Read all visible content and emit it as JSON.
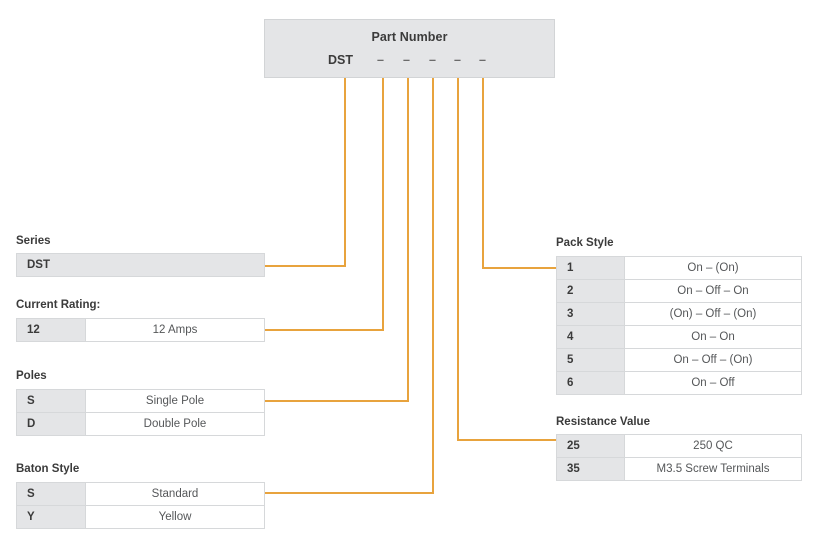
{
  "part_number": {
    "title": "Part Number",
    "prefix": "DST",
    "dashes": [
      "–",
      "–",
      "–",
      "–",
      "–"
    ]
  },
  "accent_color": "#e8a33d",
  "header_bg": "#e4e5e7",
  "sections": {
    "series": {
      "label": "Series",
      "rows": [
        {
          "code": "DST",
          "desc": ""
        }
      ]
    },
    "current_rating": {
      "label": "Current Rating:",
      "rows": [
        {
          "code": "12",
          "desc": "12 Amps"
        }
      ]
    },
    "poles": {
      "label": "Poles",
      "rows": [
        {
          "code": "S",
          "desc": "Single Pole"
        },
        {
          "code": "D",
          "desc": "Double Pole"
        }
      ]
    },
    "baton_style": {
      "label": "Baton Style",
      "rows": [
        {
          "code": "S",
          "desc": "Standard"
        },
        {
          "code": "Y",
          "desc": "Yellow"
        }
      ]
    },
    "pack_style": {
      "label": "Pack Style",
      "rows": [
        {
          "code": "1",
          "desc": "On – (On)"
        },
        {
          "code": "2",
          "desc": "On – Off – On"
        },
        {
          "code": "3",
          "desc": "(On) – Off – (On)"
        },
        {
          "code": "4",
          "desc": "On – On"
        },
        {
          "code": "5",
          "desc": "On – Off – (On)"
        },
        {
          "code": "6",
          "desc": "On – Off"
        }
      ]
    },
    "resistance_value": {
      "label": "Resistance Value",
      "rows": [
        {
          "code": "25",
          "desc": "250 QC"
        },
        {
          "code": "35",
          "desc": "M3.5 Screw Terminals"
        }
      ]
    }
  }
}
